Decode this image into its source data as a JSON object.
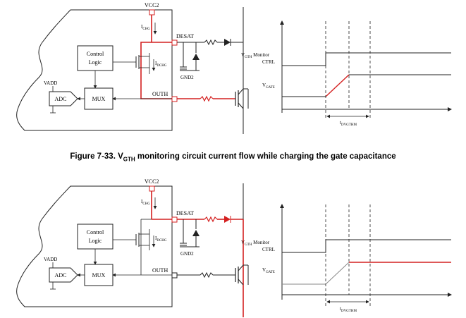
{
  "figure_caption": {
    "text_main_prefix": "Figure 7-33. V",
    "text_subscript": "GTH",
    "text_suffix": " monitoring circuit current flow while charging the gate capacitance"
  },
  "colors": {
    "highlight": "#d42020",
    "wire": "#222222",
    "signal": "#888888"
  },
  "panels": [
    {
      "vcc_label": "VCC2",
      "ichg_label": "I",
      "ichg_sub": "CHG",
      "idchg_label": "I",
      "idchg_sub": "DCHG",
      "desat_label": "DESAT",
      "gnd2_label": "GND2",
      "outh_label": "OUTH",
      "control_logic_line1": "Control",
      "control_logic_line2": "Logic",
      "mux_label": "MUX",
      "adc_label": "ADC",
      "vadd_label": "VADD",
      "vgth_label_prefix": "V",
      "vgth_label_sub": "GTH",
      "vgth_label_suffix": " Monitor",
      "ctrl_label": "CTRL",
      "vgate_label": "V",
      "vgate_sub": "GATE",
      "t_label": "t",
      "t_sub": "DVGTHM"
    },
    {
      "vcc_label": "VCC2",
      "ichg_label": "I",
      "ichg_sub": "CHG",
      "idchg_label": "I",
      "idchg_sub": "DCHG",
      "desat_label": "DESAT",
      "gnd2_label": "GND2",
      "outh_label": "OUTH",
      "control_logic_line1": "Control",
      "control_logic_line2": "Logic",
      "mux_label": "MUX",
      "adc_label": "ADC",
      "vadd_label": "VADD",
      "vgth_label_prefix": "V",
      "vgth_label_sub": "GTH",
      "vgth_label_suffix": " Monitor",
      "ctrl_label": "CTRL",
      "vgate_label": "V",
      "vgate_sub": "GATE",
      "t_label": "t",
      "t_sub": "DVGTHM"
    }
  ]
}
